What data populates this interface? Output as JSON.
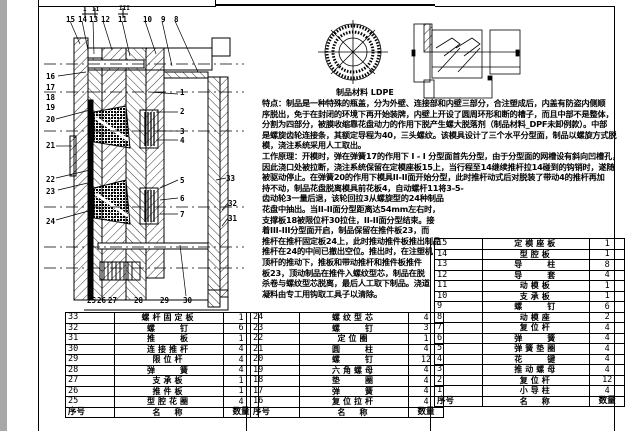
{
  "drawing": {
    "type": "injection-mold-assembly",
    "section_markers": [
      "I",
      "II",
      "III"
    ],
    "callouts_top": [
      "15",
      "14",
      "13",
      "12",
      "11",
      "10",
      "9",
      "8"
    ],
    "callouts_left": [
      "16",
      "17",
      "18",
      "19",
      "20",
      "21",
      "22",
      "23",
      "24"
    ],
    "callouts_right": [
      "1",
      "2",
      "3",
      "4",
      "5",
      "6",
      "7",
      "33",
      "32",
      "31"
    ],
    "callouts_bottom": [
      "25",
      "26",
      "27",
      "28",
      "29",
      "30"
    ],
    "part_view_caption": "制品材料 LDPE"
  },
  "notes": {
    "lines": [
      "特点：制品是一种特殊的瓶盖，分为外壁、连接部和内壁三部分，合注塑成后，内盖有防盗内侧顺",
      "序脱出，免于在封闭的环境下再开始装牌，内壁上开设了圆周环形和断的槽子，而且中部不是整体，",
      "分割为四部分，被膜收缩靠花盘动力的作用下脱产生螺大脱落剂（制品材料_DPF未卸例款）。中部",
      "是螺旋齿轮连接条，其额定导程为40，三头螺纹。该模具设计了三个水平分型面，制品以螺旋方式脱",
      "模，浇注系统采用人工取出。",
      "工作原理：开模时，弹在弹簧17的作用下 I - I 分型面首先分型，由于分型面的网槽设有斜向凹槽孔，",
      "因此浇口处被拉断，浇注系统保留在定模座板15上，当行程至14继续推杆拉14碰到的钩销时，遂随",
      "被驱动停止。在弹簧20的作用下模具II-II面开始分型，此时推杆动式后对脱装了带动4的推杆再加",
      "持不动，制品花盘脱离模具前花板4，自动螺杆11将3-5-",
      "齿动轮3一量后退，该轮回拉3从螺旋型的24种制品",
      "花盘中抽出。当II-II面分型距离达54mm左右时，",
      "支撑板18被限位杆30拉住，II-II面分型结束。接",
      "着III-III分型面开启，制品保留在推件板23，而",
      "推杆在推杆固定板24上，此时推动推件板推出制品",
      "推杆在24的中间已撤出空位。推出时，在注塑机",
      "顶杆的推动下，推板和带动推杆和推件板推件",
      "板23，顶动制品在推件入螺纹型芯，制品在脱",
      "杀卷与螺纹型芯脱离，最后人工取下制品。浇道",
      "凝料由专工用钩取工具子以清除。"
    ]
  },
  "bom": {
    "headers": {
      "no": "序号",
      "name": "名　称",
      "qty": "数量"
    },
    "table_left": [
      {
        "no": "33",
        "name": "螺杆固定板",
        "qty": "1"
      },
      {
        "no": "32",
        "name": "螺　　钉",
        "qty": "6"
      },
      {
        "no": "31",
        "name": "推　　板",
        "qty": "1"
      },
      {
        "no": "30",
        "name": "连接推杆",
        "qty": "4"
      },
      {
        "no": "29",
        "name": "限位杆",
        "qty": "4"
      },
      {
        "no": "28",
        "name": "弹　　簧",
        "qty": "4"
      },
      {
        "no": "27",
        "name": "支承板",
        "qty": "1"
      },
      {
        "no": "26",
        "name": "推件板",
        "qty": "1"
      },
      {
        "no": "25",
        "name": "型腔花圈",
        "qty": "4"
      }
    ],
    "table_middle": [
      {
        "no": "24",
        "name": "螺纹型芯",
        "qty": "4"
      },
      {
        "no": "23",
        "name": "螺　　钉",
        "qty": "3"
      },
      {
        "no": "22",
        "name": "定位圈",
        "qty": "1"
      },
      {
        "no": "21",
        "name": "圆　　柱",
        "qty": "4"
      },
      {
        "no": "20",
        "name": "螺　　钉",
        "qty": "12"
      },
      {
        "no": "19",
        "name": "六角螺母",
        "qty": "4"
      },
      {
        "no": "18",
        "name": "垫　　圈",
        "qty": "4"
      },
      {
        "no": "17",
        "name": "弹　　簧",
        "qty": "4"
      },
      {
        "no": "16",
        "name": "复位拉杆",
        "qty": "4"
      }
    ],
    "table_right": [
      {
        "no": "15",
        "name": "定模座板",
        "qty": "1"
      },
      {
        "no": "14",
        "name": "型腔板",
        "qty": "1"
      },
      {
        "no": "13",
        "name": "导　　柱",
        "qty": "8"
      },
      {
        "no": "12",
        "name": "导　　套",
        "qty": "4"
      },
      {
        "no": "11",
        "name": "动模板",
        "qty": "1"
      },
      {
        "no": "10",
        "name": "支承板",
        "qty": "1"
      },
      {
        "no": "9",
        "name": "螺　　钉",
        "qty": "6"
      },
      {
        "no": "8",
        "name": "动模座",
        "qty": "2"
      },
      {
        "no": "7",
        "name": "复位杆",
        "qty": "4"
      },
      {
        "no": "6",
        "name": "弹　　簧",
        "qty": "4"
      },
      {
        "no": "5",
        "name": "弹簧垫圈",
        "qty": "4"
      },
      {
        "no": "4",
        "name": "花　　键",
        "qty": "4"
      },
      {
        "no": "3",
        "name": "推动螺母",
        "qty": "4"
      },
      {
        "no": "2",
        "name": "复位杆",
        "qty": "12"
      },
      {
        "no": "1",
        "name": "小导柱",
        "qty": "4"
      }
    ]
  }
}
